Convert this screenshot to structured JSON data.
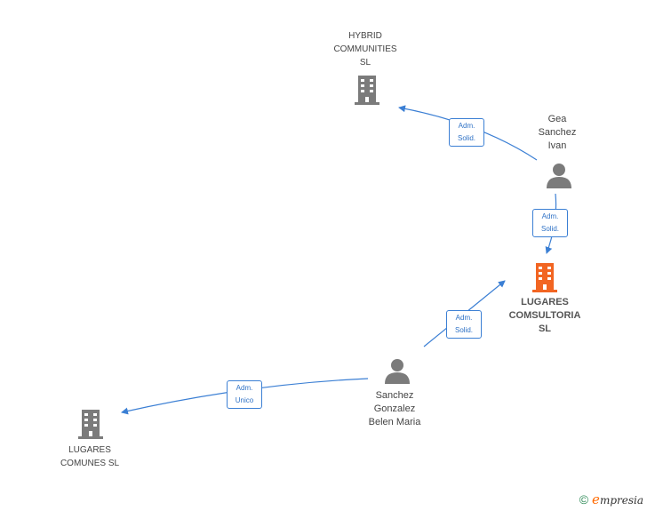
{
  "nodes": {
    "hybrid": {
      "name": "HYBRID\nCOMMUNITIES\nSL",
      "type": "company"
    },
    "gea": {
      "name": "Gea\nSanchez\nIvan",
      "type": "person"
    },
    "lugares_comsultoria": {
      "name": "LUGARES\nCOMSULTORIA\nSL",
      "type": "company-main"
    },
    "sanchez": {
      "name": "Sanchez\nGonzalez\nBelen Maria",
      "type": "person"
    },
    "lugares_comunes": {
      "name": "LUGARES\nCOMUNES  SL",
      "type": "company"
    }
  },
  "edges": [
    {
      "id": "e1",
      "from": "gea",
      "to": "hybrid",
      "label": "Adm.\nSolid."
    },
    {
      "id": "e2",
      "from": "gea",
      "to": "lugares_comsultoria",
      "label": "Adm.\nSolid."
    },
    {
      "id": "e3",
      "from": "sanchez",
      "to": "lugares_comsultoria",
      "label": "Adm.\nSolid."
    },
    {
      "id": "e4",
      "from": "sanchez",
      "to": "lugares_comunes",
      "label": "Adm.\nUnico"
    }
  ],
  "colors": {
    "edge": "#3b7fd4",
    "company_icon": "#7b7b7b",
    "main_company_icon": "#f26522",
    "person_icon": "#7b7b7b"
  },
  "footer": {
    "copyright": "©",
    "brand_initial": "e",
    "brand_rest": "mpresia"
  }
}
